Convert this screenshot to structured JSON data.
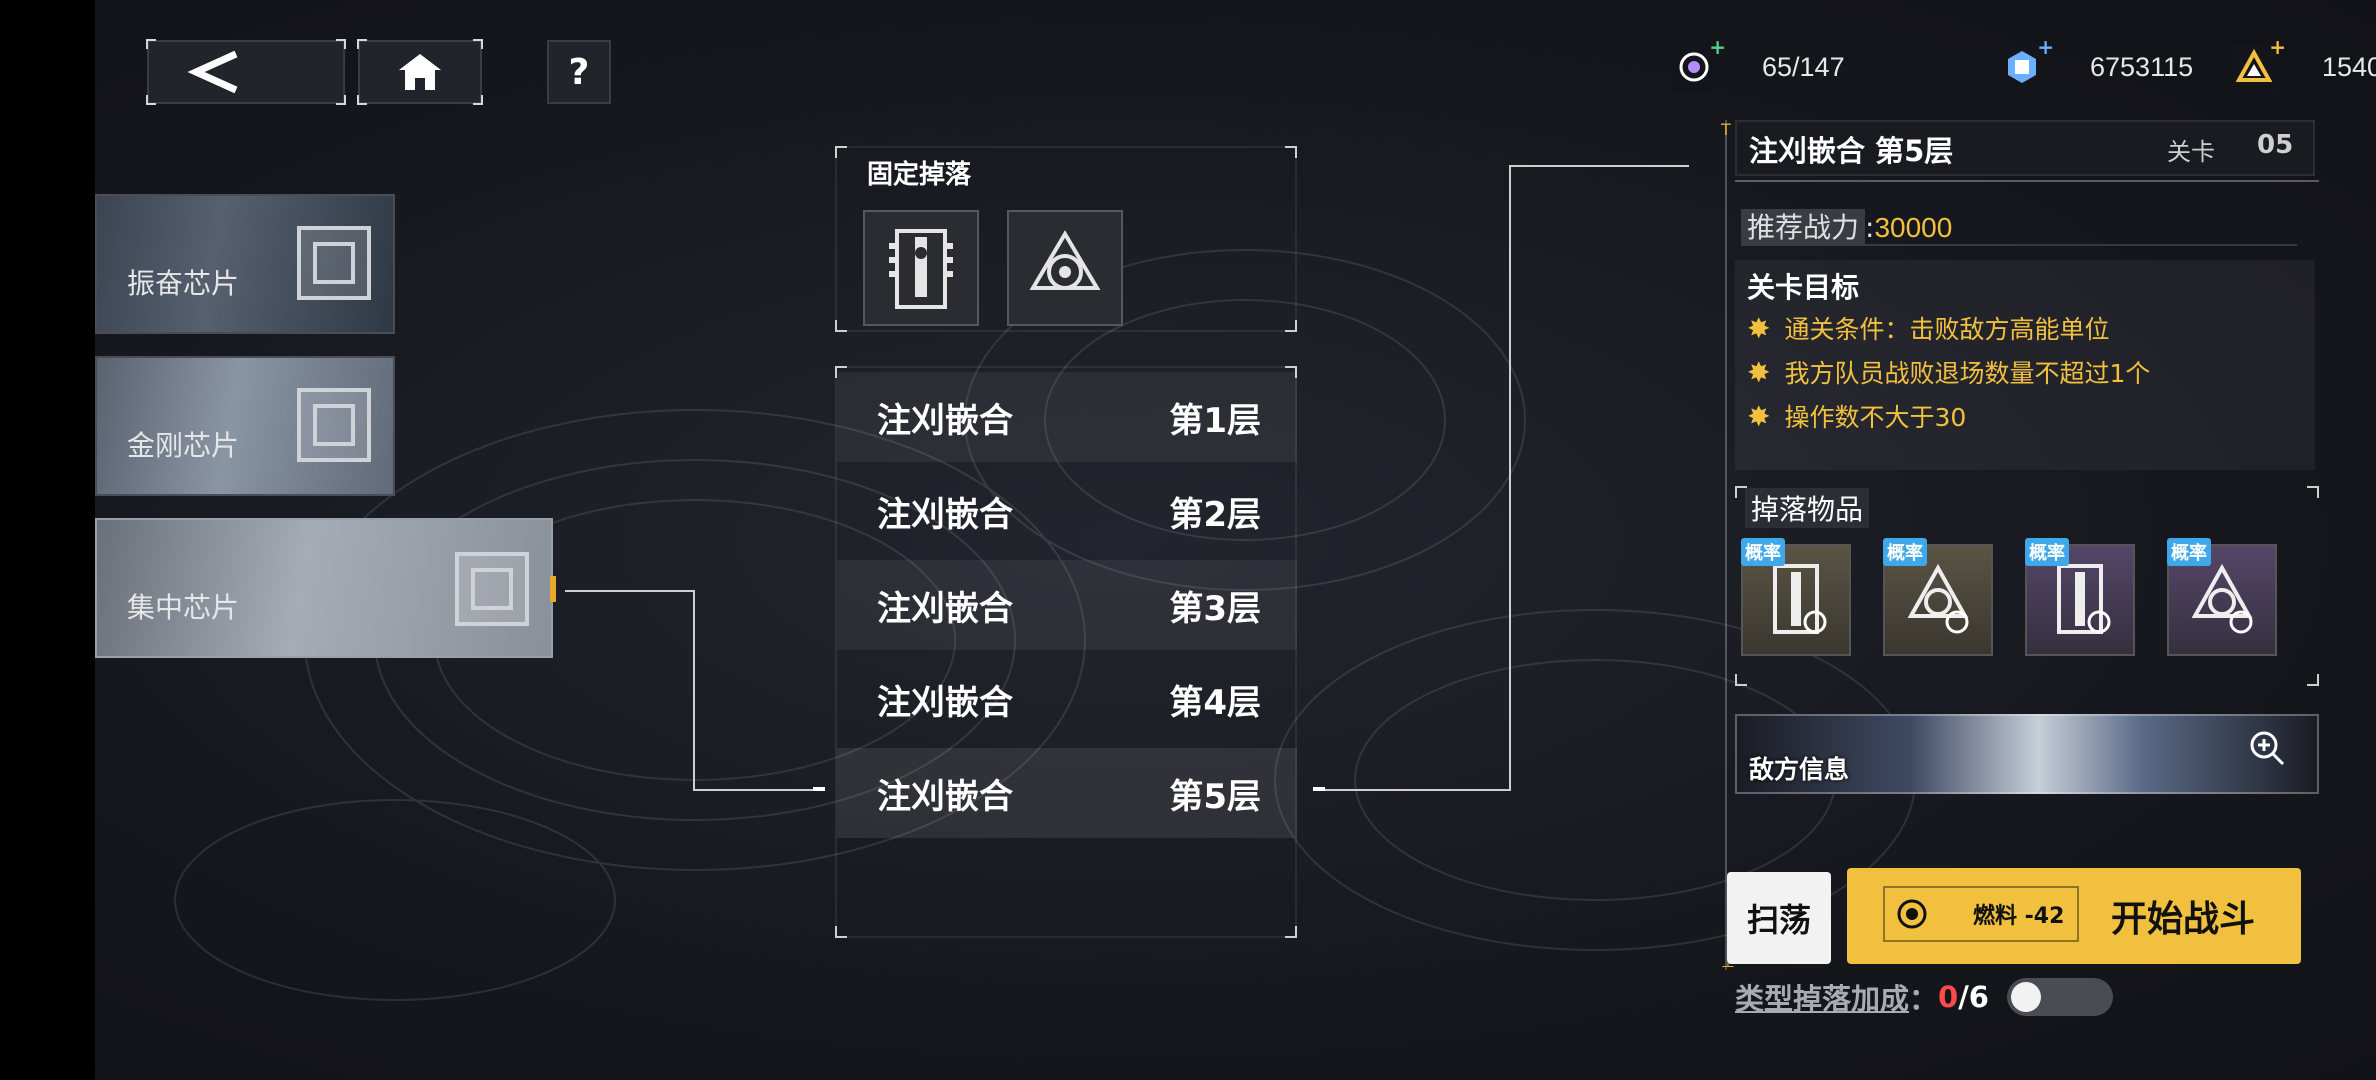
{
  "resources": [
    {
      "icon": "energy-icon",
      "value": "65/147",
      "plus_color": "#4fd38a"
    },
    {
      "icon": "credit-chip-icon",
      "value": "6753115",
      "plus_color": "#6ab0ff"
    },
    {
      "icon": "triangle-crystal-icon",
      "value": "1540",
      "plus_color": "#f2c03f"
    }
  ],
  "chapters": [
    {
      "label": "振奋芯片"
    },
    {
      "label": "金刚芯片"
    },
    {
      "label": "集中芯片"
    }
  ],
  "fixed_drop": {
    "title": "固定掉落"
  },
  "floors": [
    {
      "name": "注刈嵌合",
      "level": "第1层"
    },
    {
      "name": "注刈嵌合",
      "level": "第2层"
    },
    {
      "name": "注刈嵌合",
      "level": "第3层"
    },
    {
      "name": "注刈嵌合",
      "level": "第4层"
    },
    {
      "name": "注刈嵌合",
      "level": "第5层"
    }
  ],
  "stage": {
    "title": "注刈嵌合 第5层",
    "type_label": "关卡",
    "number": "05",
    "power_label": "推荐战力",
    "power_value": "30000",
    "objective_title": "关卡目标",
    "objectives": [
      "通关条件：击败敌方高能单位",
      "我方队员战败退场数量不超过1个",
      "操作数不大于30"
    ],
    "drops_title": "掉落物品",
    "drop_tag": "概率",
    "enemy_label": "敌方信息",
    "sweep_label": "扫荡",
    "fuel_label": "燃料 -42",
    "start_label": "开始战斗",
    "bonus_label": "类型掉落加成",
    "bonus_current": "0",
    "bonus_max": "/6",
    "bonus_toggle_on": false
  },
  "colors": {
    "accent": "#f2c03f",
    "highlight": "#e8a92a"
  }
}
